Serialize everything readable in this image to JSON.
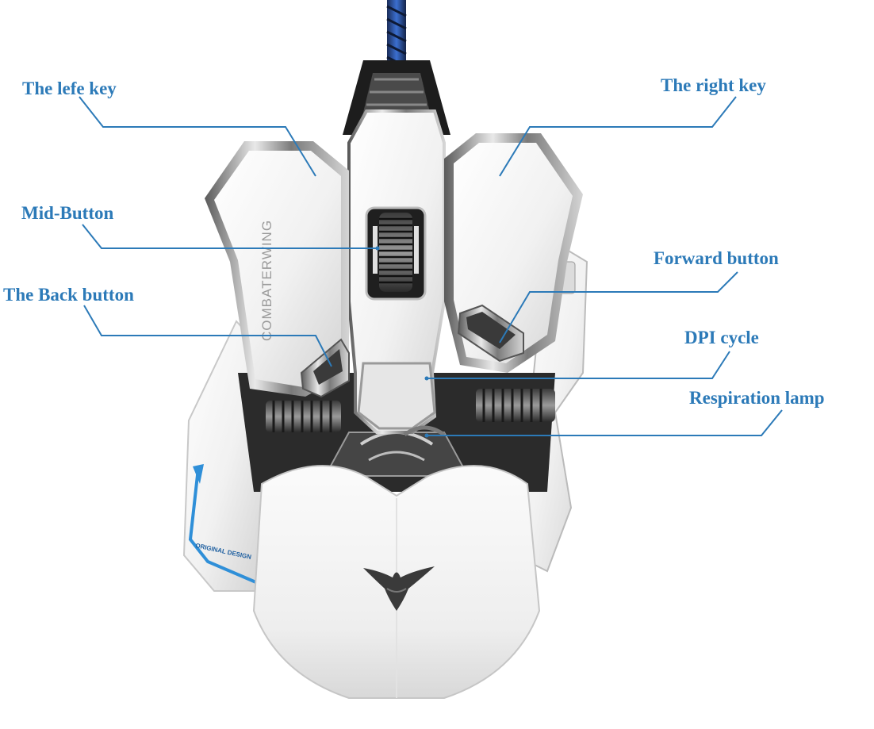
{
  "callouts": {
    "left_key": "The lefe key",
    "right_key": "The right key",
    "mid_button": "Mid-Button",
    "forward_button": "Forward button",
    "back_button": "The Back button",
    "dpi_cycle": "DPI cycle",
    "respiration_lamp": "Respiration lamp"
  },
  "mouse": {
    "side_text": "COMBATERWING",
    "side_decal": "ORIGINAL DESIGN",
    "logo": "eagle-logo"
  },
  "colors": {
    "label_blue": "#2c7ab8",
    "accent_blue": "#2f8fd8",
    "body_white": "#f3f3f3",
    "chrome_gray": "#8a8a8a",
    "dark_metal": "#2a2a2a"
  }
}
